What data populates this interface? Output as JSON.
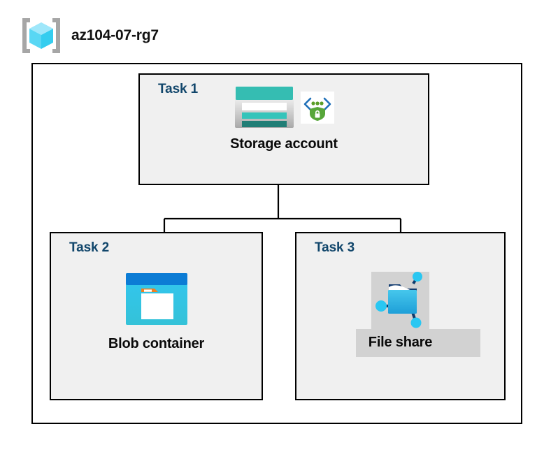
{
  "diagram": {
    "title": "az104-07-rg7",
    "resource_group_icon": "resource-group-cube-icon",
    "accent_color": "#11466B",
    "box_fill": "#F0F0F0",
    "border_color": "#000000",
    "highlight_fill": "#D2D2D2"
  },
  "tasks": [
    {
      "label": "Task 1",
      "node_caption": "Storage account",
      "icons": [
        "storage-account-icon",
        "secure-endpoint-shield-icon"
      ]
    },
    {
      "label": "Task 2",
      "node_caption": "Blob container",
      "icons": [
        "blob-container-icon"
      ]
    },
    {
      "label": "Task 3",
      "node_caption": "File share",
      "icons": [
        "file-share-icon"
      ]
    }
  ],
  "connections": [
    {
      "from": "Storage account",
      "to": "Blob container"
    },
    {
      "from": "Storage account",
      "to": "File share"
    }
  ]
}
